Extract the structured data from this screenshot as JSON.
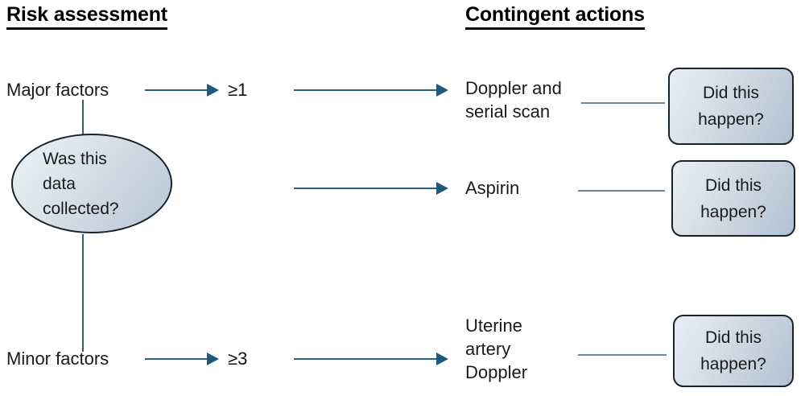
{
  "diagram": {
    "type": "flowchart",
    "headings": {
      "left": "Risk assessment",
      "right": "Contingent actions"
    },
    "decision": {
      "text": "Was this\ndata\ncollected?"
    },
    "branches": [
      {
        "factor_label": "Major factors",
        "threshold": "≥1",
        "action": "Doppler and\nserial scan",
        "outcome": "Did this\nhappen?"
      },
      {
        "factor_label": "",
        "threshold": "",
        "action": "Aspirin",
        "outcome": "Did this\nhappen?"
      },
      {
        "factor_label": "Minor factors",
        "threshold": "≥3",
        "action": "Uterine\nartery\nDoppler",
        "outcome": "Did this\nhappen?"
      }
    ],
    "colors": {
      "arrow": "#1c5a7c",
      "connector": "#6f8698",
      "shape_border": "#16242e",
      "shape_fill_light": "#eef2f6",
      "shape_fill_dark": "#b2c2d2",
      "text": "#1a1a1a",
      "heading": "#000000",
      "background": "#ffffff"
    }
  }
}
